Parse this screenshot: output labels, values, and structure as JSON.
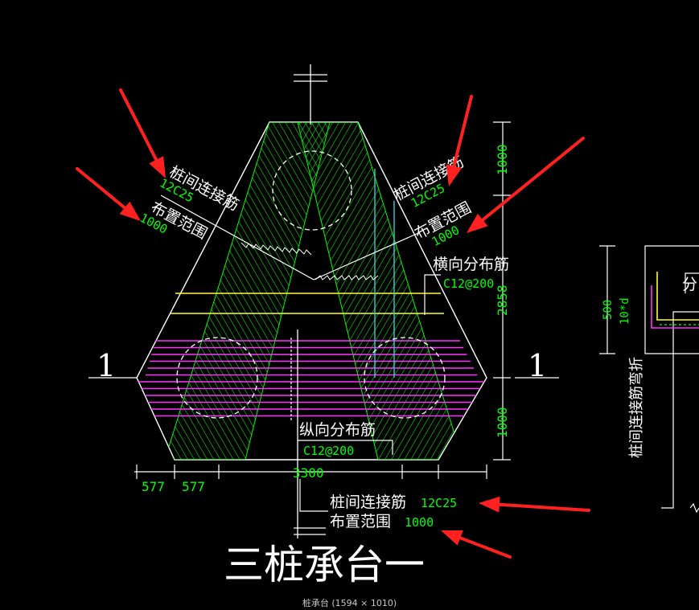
{
  "colors": {
    "background": "#000000",
    "outline": "#ffffff",
    "rebar_diagonal": "#00ff00",
    "distribution_bars": "#ff33ff",
    "transverse_bars": "#ffff33",
    "cyan_lines": "#33ccdd",
    "dimension_text": "#00ff00",
    "arrows": "#ff2020"
  },
  "section_mark": "1",
  "labels": {
    "left_rebar_name": "桩间连接筋",
    "left_rebar_spec": "12C25",
    "left_range_name": "布置范围",
    "left_range_value": "1000",
    "right_rebar_name": "桩间连接筋",
    "right_rebar_spec": "12C25",
    "right_range_name": "布置范围",
    "right_range_value": "1000",
    "transverse_name": "横向分布筋",
    "transverse_spec": "C12@200",
    "longitudinal_name": "纵向分布筋",
    "longitudinal_spec": "C12@200",
    "bottom_rebar_name": "桩间连接筋",
    "bottom_rebar_spec": "12C25",
    "bottom_range_name": "布置范围",
    "bottom_range_value": "1000"
  },
  "dimensions": {
    "right_top": "1000",
    "right_middle": "2858",
    "right_bottom": "1000",
    "bottom_left_1": "577",
    "bottom_left_2": "577",
    "overall_width": "3300",
    "detail_height": "500",
    "detail_bend": "10*d"
  },
  "detail": {
    "vertical_label": "桩间连接筋弯折",
    "partial_label": "分"
  },
  "title": "三桩承台一",
  "caption": "桩承台 (1594 × 1010)"
}
